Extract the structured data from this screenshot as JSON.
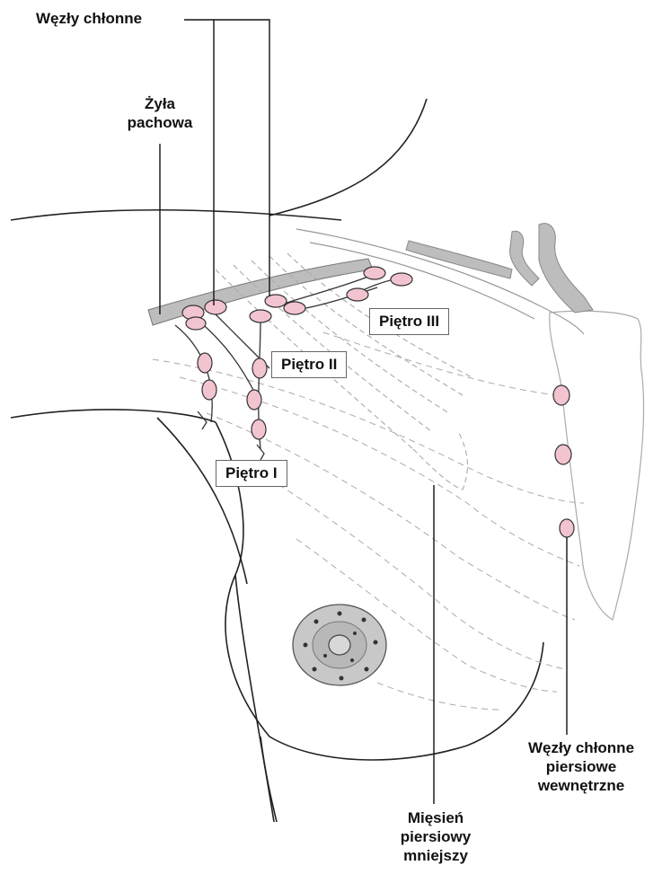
{
  "labels": {
    "lymph_nodes_top": "Węzły chłonne",
    "axillary_vein": [
      "Żyła",
      "pachowa"
    ],
    "level_3": "Piętro III",
    "level_2": "Piętro II",
    "level_1": "Piętro I",
    "internal_mammary_nodes": [
      "Węzły chłonne",
      "piersiowe",
      "wewnętrzne"
    ],
    "pectoralis_minor": [
      "Mięsień",
      "piersiowy",
      "mniejszy"
    ]
  },
  "colors": {
    "node_fill": "#f2c4d0",
    "line": "#222222",
    "dashed": "#9a9a9a",
    "vein": "#bdbdbd",
    "areola": "#c8c8c8"
  }
}
